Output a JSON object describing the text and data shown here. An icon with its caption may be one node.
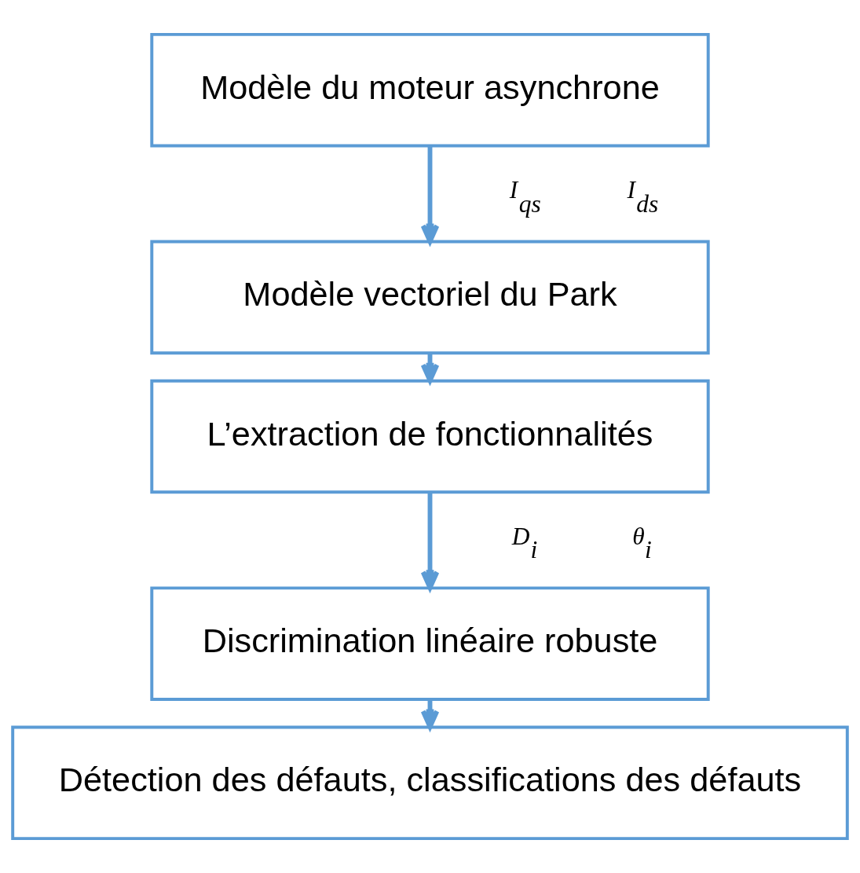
{
  "diagram": {
    "nodes": [
      {
        "text": [
          "Modèle du moteur asynchrone"
        ]
      },
      {
        "text": [
          "Modèle vectoriel du Park"
        ]
      },
      {
        "text": [
          "L’extraction de fonctionnalités"
        ]
      },
      {
        "text": [
          "Discrimination linéaire robuste"
        ]
      },
      {
        "text": [
          "Détection des défauts, classifications des défauts"
        ]
      }
    ],
    "edges": [
      {
        "from": 0,
        "to": 1,
        "arrow": "to"
      },
      {
        "from": 1,
        "to": 2,
        "arrow": "to"
      },
      {
        "from": 2,
        "to": 3,
        "arrow": "to"
      },
      {
        "from": 3,
        "to": 4,
        "arrow": "to"
      }
    ],
    "labels": [
      "I$_{qs}$",
      "I$_{ds}$",
      "D$_{i}$",
      "θ$_{i}$"
    ]
  }
}
